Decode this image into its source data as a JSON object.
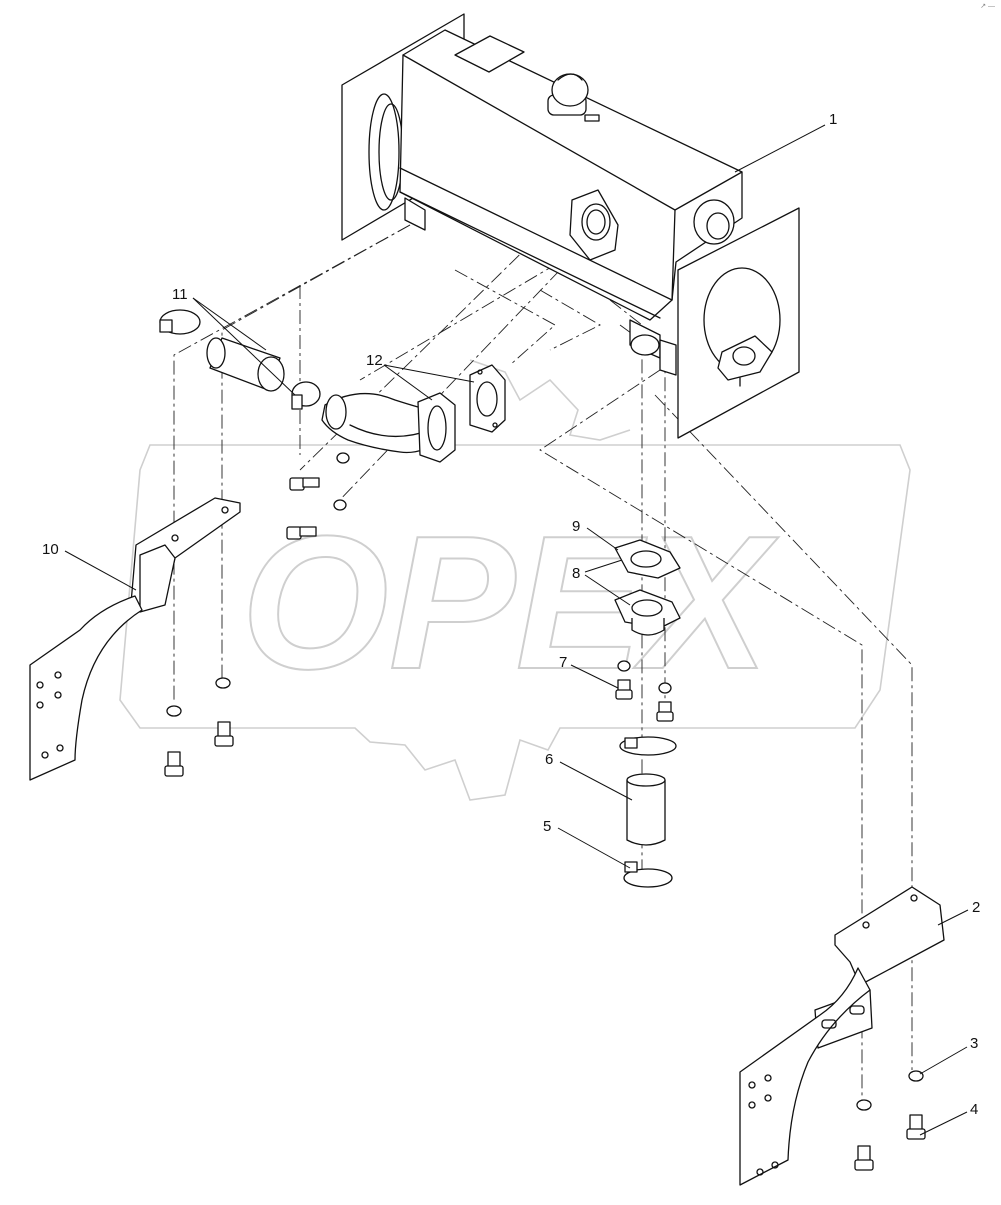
{
  "watermark": {
    "text": "OPEX"
  },
  "corner_mark": "↗ —",
  "callouts": [
    "1",
    "2",
    "3",
    "4",
    "5",
    "6",
    "7",
    "8",
    "9",
    "10",
    "11",
    "12"
  ],
  "parts": [
    {
      "name": "muffler"
    },
    {
      "name": "right-bracket"
    },
    {
      "name": "washer"
    },
    {
      "name": "bolt"
    },
    {
      "name": "hose-clamp"
    },
    {
      "name": "hose"
    },
    {
      "name": "bolt"
    },
    {
      "name": "flange"
    },
    {
      "name": "gasket"
    },
    {
      "name": "left-bracket"
    },
    {
      "name": "hose-clamp"
    },
    {
      "name": "elbow-pipe"
    }
  ]
}
